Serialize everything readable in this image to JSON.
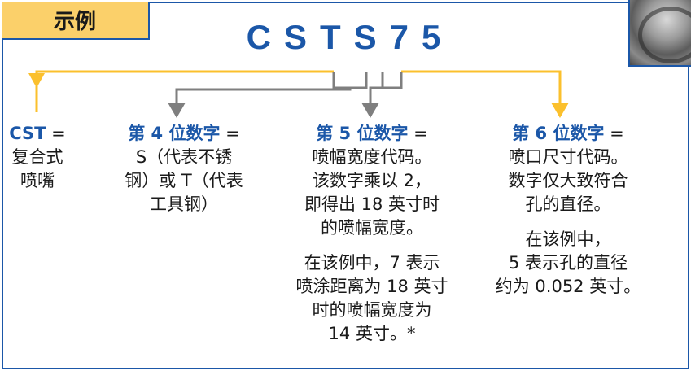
{
  "tab_label": "示例",
  "code": "CSTS75",
  "colors": {
    "blue": "#1b57a8",
    "yellow_arrow": "#fbc02d",
    "gray_arrow": "#7f7f7f",
    "tab_bg": "#fbd06a"
  },
  "columns": [
    {
      "heading": "CST",
      "eq": " =",
      "body": [
        "复合式",
        "喷嘴"
      ]
    },
    {
      "heading": "第 4 位数字",
      "eq": " =",
      "body": [
        "S（代表不锈",
        "钢）或 T（代表",
        "工具钢）"
      ]
    },
    {
      "heading": "第 5 位数字",
      "eq": " =",
      "body": [
        "喷幅宽度代码。",
        "该数字乘以 2，",
        "即得出 18 英寸时",
        "的喷幅宽度。"
      ],
      "example": [
        "在该例中，7 表示",
        "喷涂距离为 18 英寸",
        "时的喷幅宽度为",
        "14 英寸。*"
      ]
    },
    {
      "heading": "第 6 位数字",
      "eq": " =",
      "body": [
        "喷口尺寸代码。",
        "数字仅大致符合",
        "孔的直径。"
      ],
      "example": [
        "在该例中，",
        "5 表示孔的直径",
        "约为 0.052 英寸。"
      ]
    }
  ]
}
